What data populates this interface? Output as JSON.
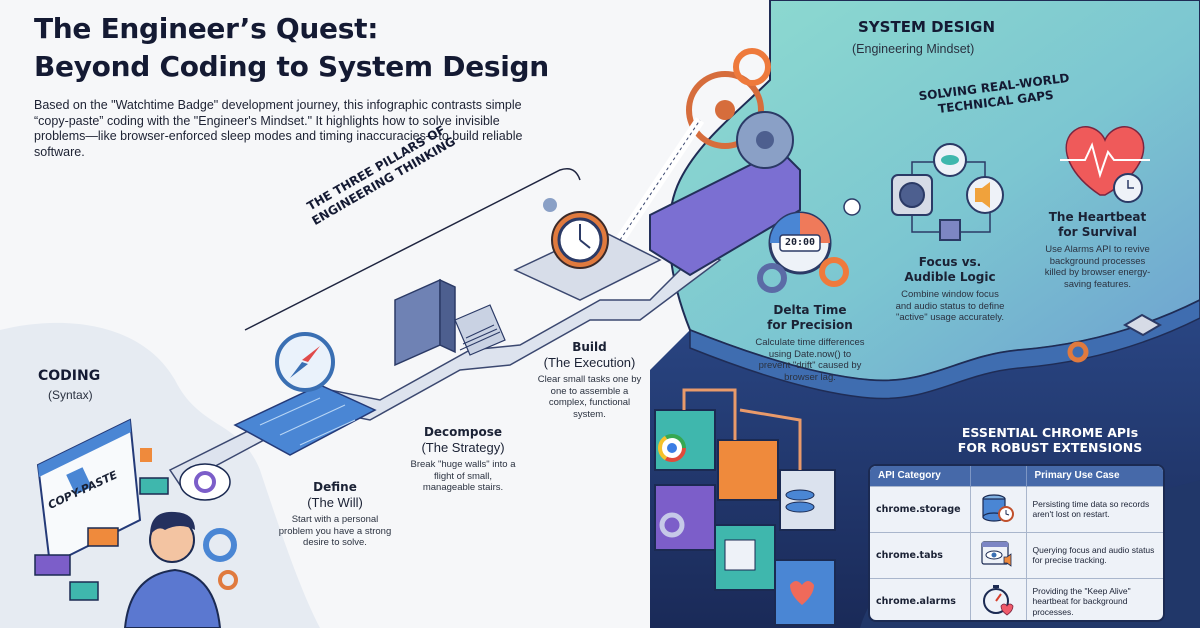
{
  "header": {
    "title_line1": "The Engineer’s Quest:",
    "title_line2": "Beyond Coding to System Design",
    "intro": "Based on the \"Watchtime Badge\" development journey, this infographic contrasts simple “copy-paste” coding with the \"Engineer's Mindset.\" It highlights how to solve invisible problems—like browser-enforced sleep modes and timing inaccuracies—to build reliable software."
  },
  "coding": {
    "title": "CODING",
    "subtitle": "(Syntax)",
    "window_label": "COPY-PASTE"
  },
  "pillars": {
    "heading_line1": "THE THREE PILLARS OF",
    "heading_line2": "ENGINEERING THINKING",
    "items": [
      {
        "title": "Define",
        "subtitle": "(The Will)",
        "description": "Start with a personal problem you have a strong desire to solve."
      },
      {
        "title": "Decompose",
        "subtitle": "(The Strategy)",
        "description": "Break \"huge walls\" into a flight of small, manageable stairs."
      },
      {
        "title": "Build",
        "subtitle": "(The Execution)",
        "description": "Clear small tasks one by one to assemble a complex, functional system."
      }
    ]
  },
  "system_design": {
    "title": "SYSTEM DESIGN",
    "subtitle": "(Engineering Mindset)",
    "gaps_heading_line1": "SOLVING REAL-WORLD",
    "gaps_heading_line2": "TECHNICAL GAPS",
    "stopwatch_readout": "20:00",
    "gaps": [
      {
        "title_line1": "Delta Time",
        "title_line2": "for Precision",
        "description": "Calculate time differences using Date.now() to prevent \"drift\" caused by browser lag."
      },
      {
        "title_line1": "Focus vs.",
        "title_line2": "Audible Logic",
        "description": "Combine window focus and audio status to define \"active\" usage accurately."
      },
      {
        "title_line1": "The Heartbeat",
        "title_line2": "for Survival",
        "description": "Use Alarms API to revive background processes killed by browser energy-saving features."
      }
    ]
  },
  "apis": {
    "heading_line1": "ESSENTIAL CHROME APIs",
    "heading_line2": "FOR ROBUST EXTENSIONS",
    "columns": [
      "API Category",
      "",
      "Primary Use Case"
    ],
    "rows": [
      {
        "category": "chrome.storage",
        "icon": "database-clock-icon",
        "use_case": "Persisting time data so records aren't lost on restart."
      },
      {
        "category": "chrome.tabs",
        "icon": "window-eye-speaker-icon",
        "use_case": "Querying focus and audio status for precise tracking."
      },
      {
        "category": "chrome.alarms",
        "icon": "stopwatch-heart-icon",
        "use_case": "Providing the \"Keep Alive\" heartbeat for background processes."
      }
    ]
  },
  "colors": {
    "title_text": "#141a33",
    "teal_panel": "#7fd0c8",
    "navy": "#1e2f63",
    "table_header": "#4669a9",
    "accent_orange": "#ee7a3c",
    "heart_red": "#e8485f"
  }
}
